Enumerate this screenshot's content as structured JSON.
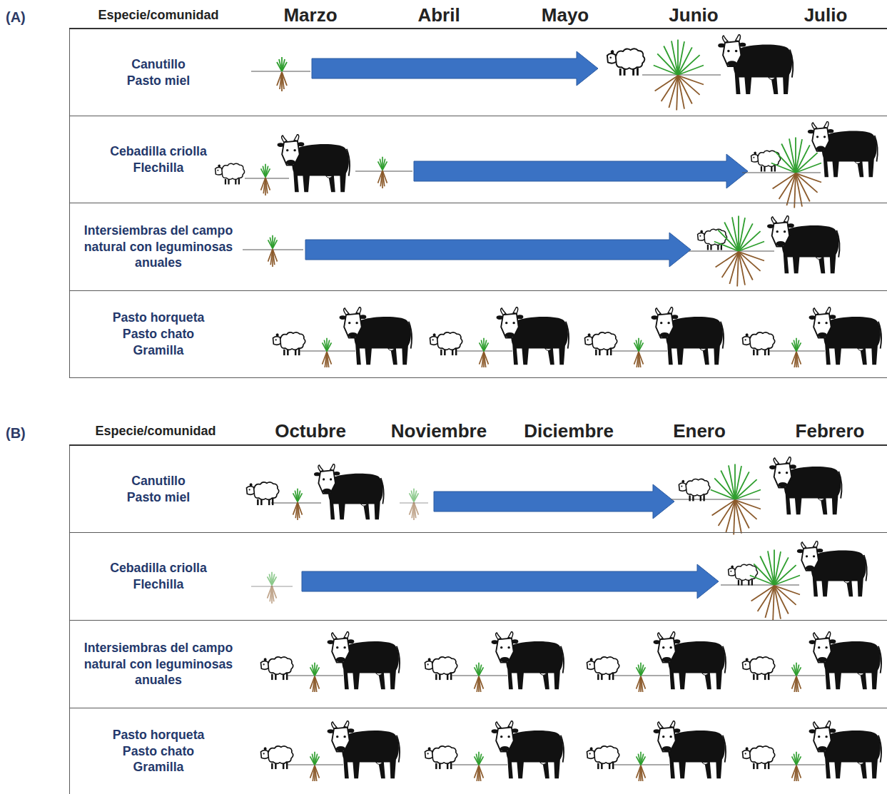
{
  "diagram": {
    "nodes": [
      {
        "text": [
          "Canutillo",
          "Pasto miel"
        ]
      },
      {
        "text": [
          "Cebadilla criolla",
          "Flechilla"
        ]
      },
      {
        "text": [
          "Intersiembras del campo natural con leguminosas anuales"
        ]
      },
      {
        "text": [
          "Pasto horqueta",
          "Pasto chato",
          "Gramilla"
        ]
      },
      {
        "text": [
          "Canutillo",
          "Pasto miel"
        ]
      },
      {
        "text": [
          "Cebadilla criolla",
          "Flechilla"
        ]
      },
      {
        "text": [
          "Intersiembras del campo natural con leguminosas anuales"
        ]
      },
      {
        "text": [
          "Pasto horqueta",
          "Pasto chato",
          "Gramilla"
        ]
      }
    ],
    "labels": [
      "(A)",
      "Especie/comunidad",
      "Marzo",
      "Abril",
      "Mayo",
      "Junio",
      "Julio",
      "(B)",
      "Especie/comunidad",
      "Octubre",
      "Noviembre",
      "Diciembre",
      "Enero",
      "Febrero"
    ]
  }
}
